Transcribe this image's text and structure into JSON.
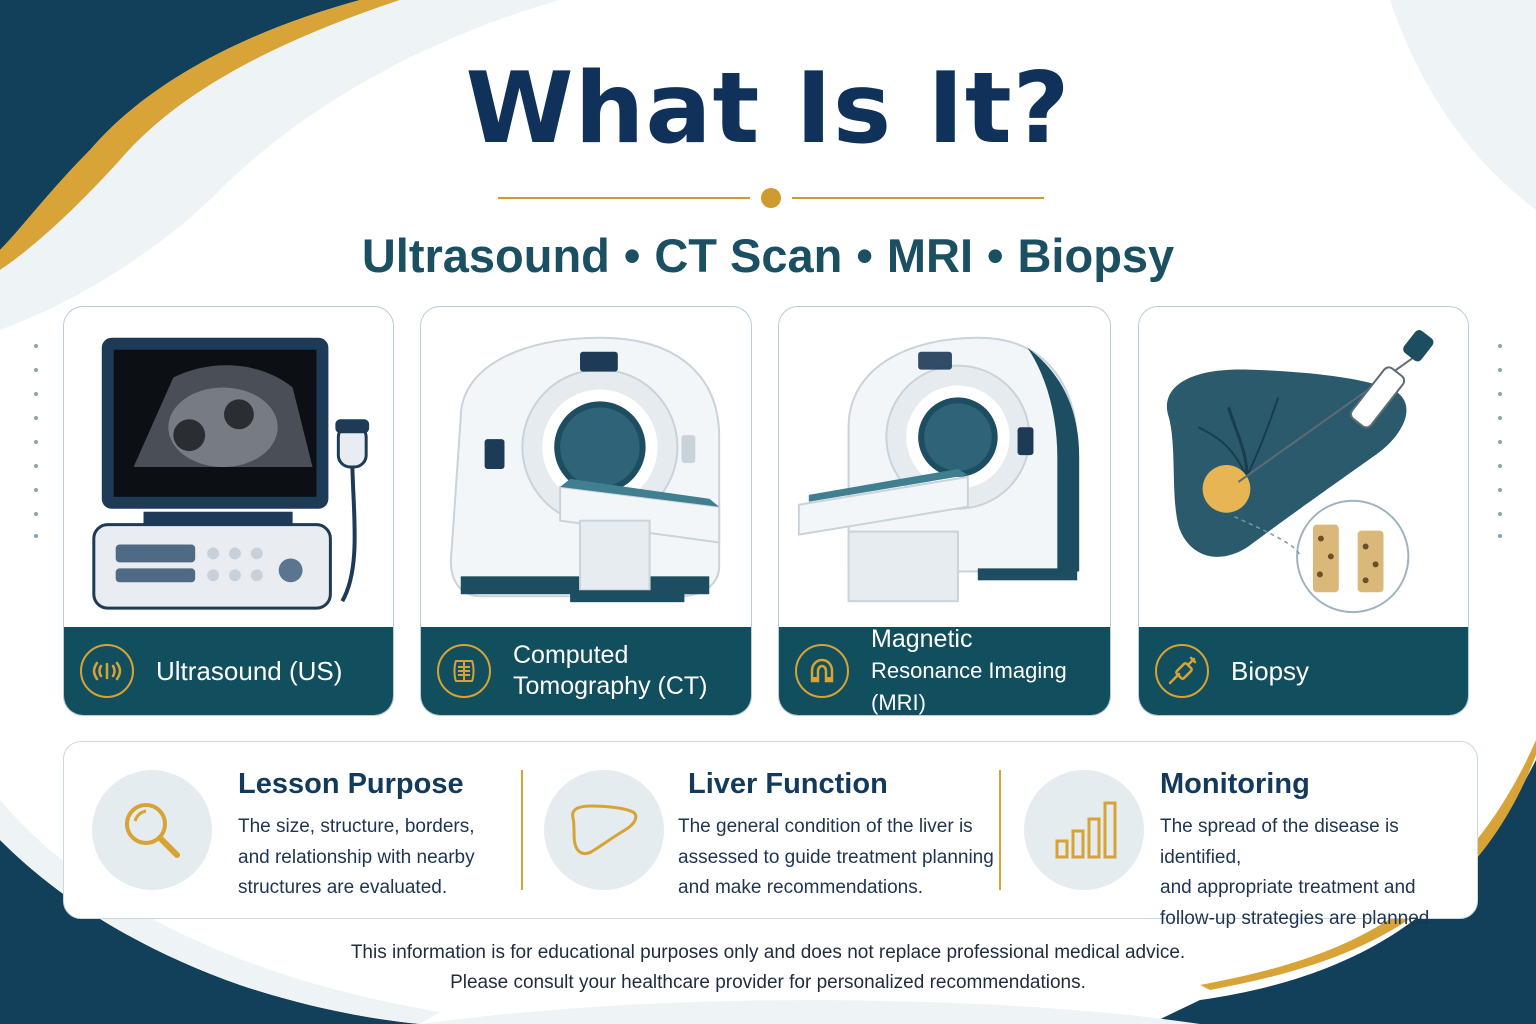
{
  "title": "What Is It?",
  "subtitle": {
    "items": [
      "Ultrasound",
      "CT Scan",
      "MRI",
      "Biopsy"
    ],
    "separator": "•"
  },
  "cards": [
    {
      "label": "Ultrasound (US)",
      "icon": "ultrasound-wave-icon"
    },
    {
      "label_line1": "Computed",
      "label_line2": "Tomography (CT)",
      "icon": "ct-scan-icon"
    },
    {
      "label_line1": "Magnetic",
      "label_line2": "Resonance Imaging (MRI)",
      "icon": "magnet-icon"
    },
    {
      "label": "Biopsy",
      "icon": "biopsy-needle-icon"
    }
  ],
  "info": [
    {
      "title": "Lesson Purpose",
      "text_lines": [
        "The size, structure, borders,",
        "and relationship with nearby",
        "structures are evaluated."
      ],
      "icon": "magnifier-icon"
    },
    {
      "title": "Liver Function",
      "text_lines": [
        "The general condition of the liver is",
        "assessed to guide treatment planning",
        "and make recommendations."
      ],
      "icon": "liver-icon"
    },
    {
      "title": "Monitoring",
      "text_lines": [
        "The spread of the disease is identified,",
        "and appropriate treatment and",
        "follow-up strategies are planned."
      ],
      "icon": "bar-chart-icon"
    }
  ],
  "footer": {
    "line1": "This information is for educational purposes only and does not replace professional medical advice.",
    "line2": "Please consult your healthcare provider for personalized recommendations."
  },
  "colors": {
    "navy": "#10325a",
    "teal": "#124f5e",
    "gold": "#cf9a2e",
    "light": "#e5ecef"
  }
}
